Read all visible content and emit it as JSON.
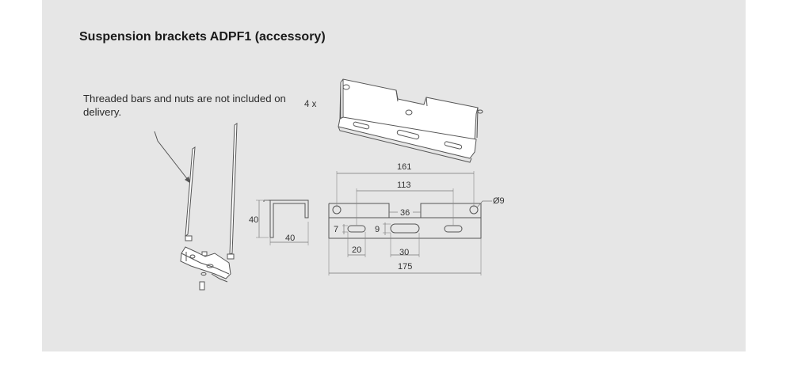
{
  "title": "Suspension brackets ADPF1 (accessory)",
  "note": "Threaded bars and nuts are not included on delivery.",
  "quantity": "4 x",
  "profile_dims": {
    "height": "40",
    "width": "40"
  },
  "front_dims": {
    "overall_hole_spacing": "161",
    "inner_slot_spacing": "113",
    "center_cutout": "36",
    "hole_diameter": "Ø9",
    "slot_height": "7",
    "center_slot_height": "9",
    "slot_length": "20",
    "center_slot_length": "30",
    "overall_length": "175"
  },
  "colors": {
    "panel": "#e6e6e6",
    "line": "#555555",
    "text": "#1a1a1a"
  }
}
